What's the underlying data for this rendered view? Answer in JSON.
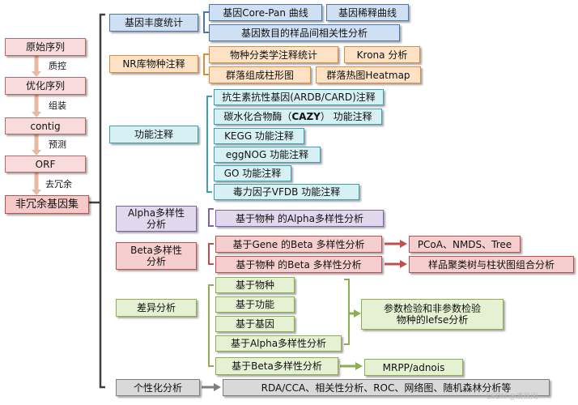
{
  "pipeline": {
    "steps": [
      "原始序列",
      "优化序列",
      "contig",
      "ORF",
      "非冗余基因集"
    ],
    "arrows": [
      "质控",
      "组装",
      "预测",
      "去冗余"
    ]
  },
  "categories": {
    "abundance": "基因丰度统计",
    "nr": "NR库物种注释",
    "function": "功能注释",
    "alpha": "Alpha多样性\n分析",
    "beta": "Beta多样性\n分析",
    "diff": "差异分析",
    "personal": "个性化分析"
  },
  "abundance_items": [
    "基因Core-Pan 曲线",
    "基因稀释曲线",
    "基因数目的样品间相关性分析"
  ],
  "nr_items": [
    "物种分类学注释统计",
    "Krona 分析",
    "群落组成柱形图",
    "群落热图Heatmap"
  ],
  "function_items": [
    {
      "pre": "抗生素抗性基因(ARDB/CARD)注释",
      "bold": "",
      "post": ""
    },
    {
      "pre": "碳水化合物酶（",
      "bold": "CAZY",
      "post": "） 功能注释"
    },
    {
      "pre": "KEGG 功能注释",
      "bold": "",
      "post": ""
    },
    {
      "pre": "eggNOG 功能注释",
      "bold": "",
      "post": ""
    },
    {
      "pre": "GO 功能注释",
      "bold": "",
      "post": ""
    },
    {
      "pre": "毒力因子VFDB 功能注释",
      "bold": "",
      "post": ""
    }
  ],
  "alpha_items": [
    "基于物种 的Alpha多样性分析"
  ],
  "beta_items": [
    "基于Gene 的Beta 多样性分析",
    "基于物种 的Beta 多样性分析"
  ],
  "beta_results": [
    "PCoA、NMDS、Tree",
    "样品聚类树与柱状图组合分析"
  ],
  "diff_items": [
    "基于物种",
    "基于功能",
    "基于基因",
    "基于Alpha多样性分析",
    "基于Beta多样性分析"
  ],
  "diff_results": [
    "参数检验和非参数检验\n物种的lefse分析",
    "MRPP/adnois"
  ],
  "personal_items": [
    "RDA/CCA、相关性分析、ROC、网络图、随机森林分析等"
  ],
  "watermark": "CSDN @凑热闹"
}
